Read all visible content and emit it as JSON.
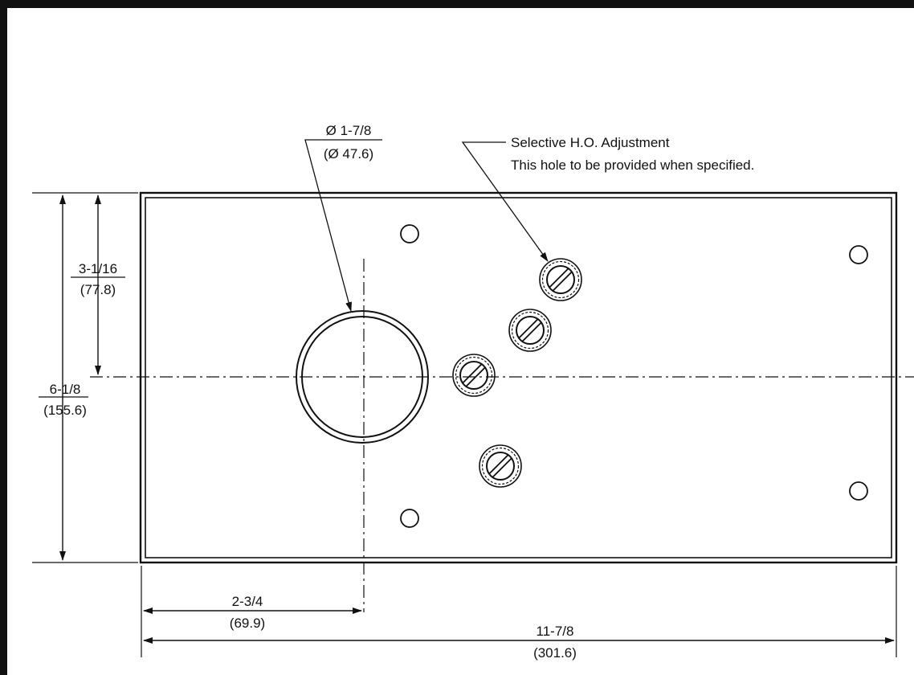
{
  "diameter": {
    "imperial": "Ø 1-7/8",
    "metric": "(Ø 47.6)"
  },
  "note": {
    "line1": "Selective H.O. Adjustment",
    "line2": "This hole to be provided when specified."
  },
  "dim_height_half": {
    "imperial": "3-1/16",
    "metric": "(77.8)"
  },
  "dim_height_full": {
    "imperial": "6-1/8",
    "metric": "(155.6)"
  },
  "dim_offset": {
    "imperial": "2-3/4",
    "metric": "(69.9)"
  },
  "dim_width": {
    "imperial": "11-7/8",
    "metric": "(301.6)"
  },
  "colors": {
    "line": "#111111",
    "background": "#ffffff"
  }
}
